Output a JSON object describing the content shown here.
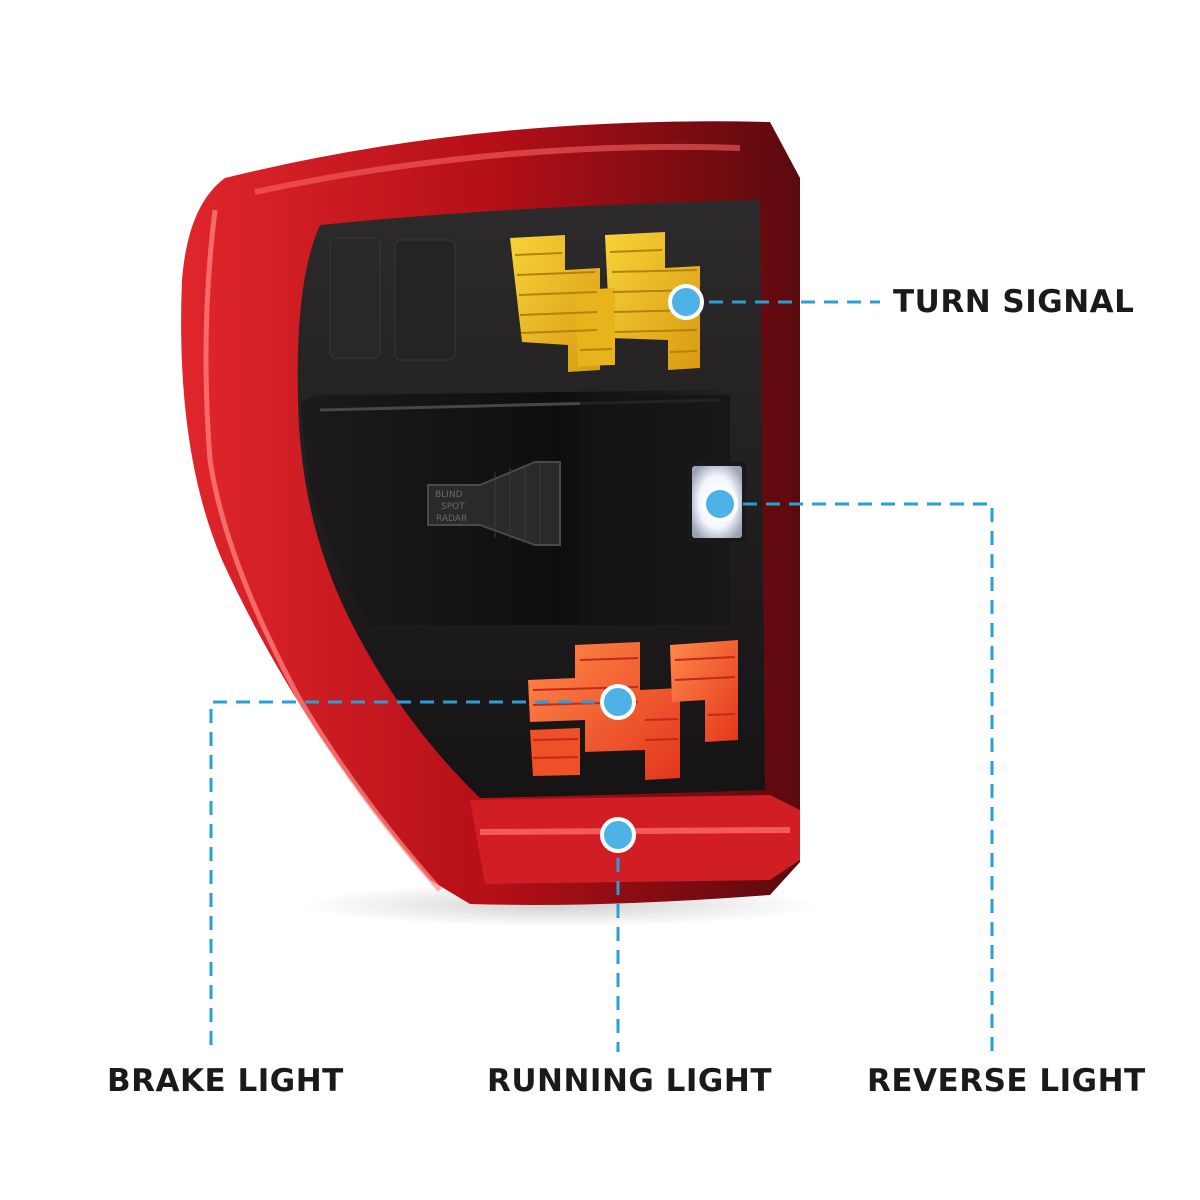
{
  "callouts": {
    "turn_signal": "TURN SIGNAL",
    "brake_light": "BRAKE LIGHT",
    "running_light": "RUNNING LIGHT",
    "reverse_light": "REVERSE LIGHT"
  },
  "embossed_text": {
    "line1": "BLIND",
    "line2": "SPOT",
    "line3": "RADAR"
  },
  "colors": {
    "callout_line": "#2a9fd6",
    "callout_dot": "#4db3e6",
    "housing_red": "#c8141c",
    "turn_amber": "#f2c020",
    "brake_red": "#ff5a2e",
    "reverse_white": "#ffffff"
  }
}
